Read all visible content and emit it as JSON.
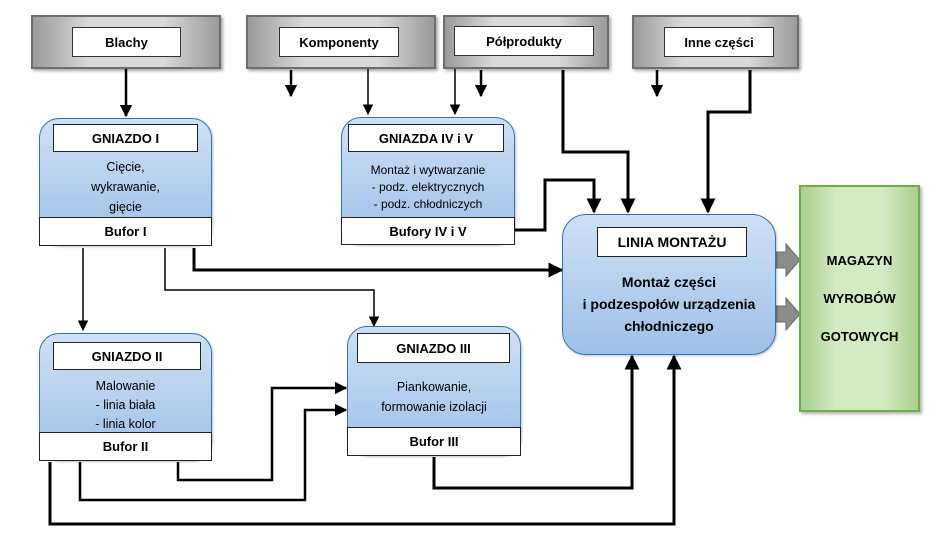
{
  "inputs": [
    {
      "label": "Blachy"
    },
    {
      "label": "Komponenty"
    },
    {
      "label": "Półprodukty"
    },
    {
      "label": "Inne części"
    }
  ],
  "stations": {
    "g1": {
      "title": "GNIAZDO I",
      "desc": [
        "Cięcie,",
        "wykrawanie,",
        "gięcie"
      ],
      "buffer": "Bufor I"
    },
    "g45": {
      "title": "GNIAZDA  IV i V",
      "desc": [
        "Montaż i wytwarzanie",
        "- podz. elektrycznych",
        "- podz. chłodniczych"
      ],
      "buffer": "Bufory IV i V"
    },
    "g2": {
      "title": "GNIAZDO II",
      "desc": [
        "Malowanie",
        "- linia biała",
        "- linia kolor"
      ],
      "buffer": "Bufor II"
    },
    "g3": {
      "title": "GNIAZDO III",
      "desc": [
        "Piankowanie,",
        "formowanie izolacji"
      ],
      "buffer": "Bufor III"
    }
  },
  "assembly": {
    "title": "LINIA MONTAŻU",
    "desc": [
      "Montaż części",
      "i podzespołów urządzenia",
      "chłodniczego"
    ]
  },
  "warehouse": {
    "lines": [
      "MAGAZYN",
      "WYROBÓW",
      "GOTOWYCH"
    ]
  },
  "colors": {
    "station_fill": "#9dc0e8",
    "station_border": "#2e75b6",
    "input_fill": "#d9d9d9",
    "warehouse_fill": "#a9d08e",
    "arrow": "#000000",
    "output_arrow": "#8c8c8c"
  }
}
